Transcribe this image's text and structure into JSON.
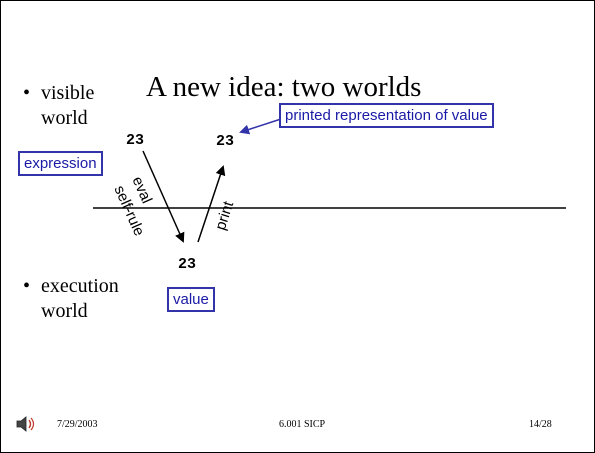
{
  "title": "A new idea: two worlds",
  "bullets": {
    "visible": [
      "visible",
      "world"
    ],
    "execution": [
      "execution",
      "world"
    ],
    "marker": "•"
  },
  "labels": {
    "printed_representation": "printed representation of value",
    "expression": "expression",
    "value": "value"
  },
  "numbers": {
    "expression_value": "23",
    "printed_value": "23",
    "computed_value": "23"
  },
  "arrows": {
    "eval": "eval",
    "self_rule": "self-rule",
    "print": "print"
  },
  "footer": {
    "date": "7/29/2003",
    "course": "6.001 SICP",
    "page": "14/28"
  },
  "colors": {
    "box_border": "#3333aa",
    "box_text": "#1a1aa6",
    "arrow_pointer": "#3333aa"
  },
  "icons": {
    "footer_left": "speaker-icon"
  }
}
